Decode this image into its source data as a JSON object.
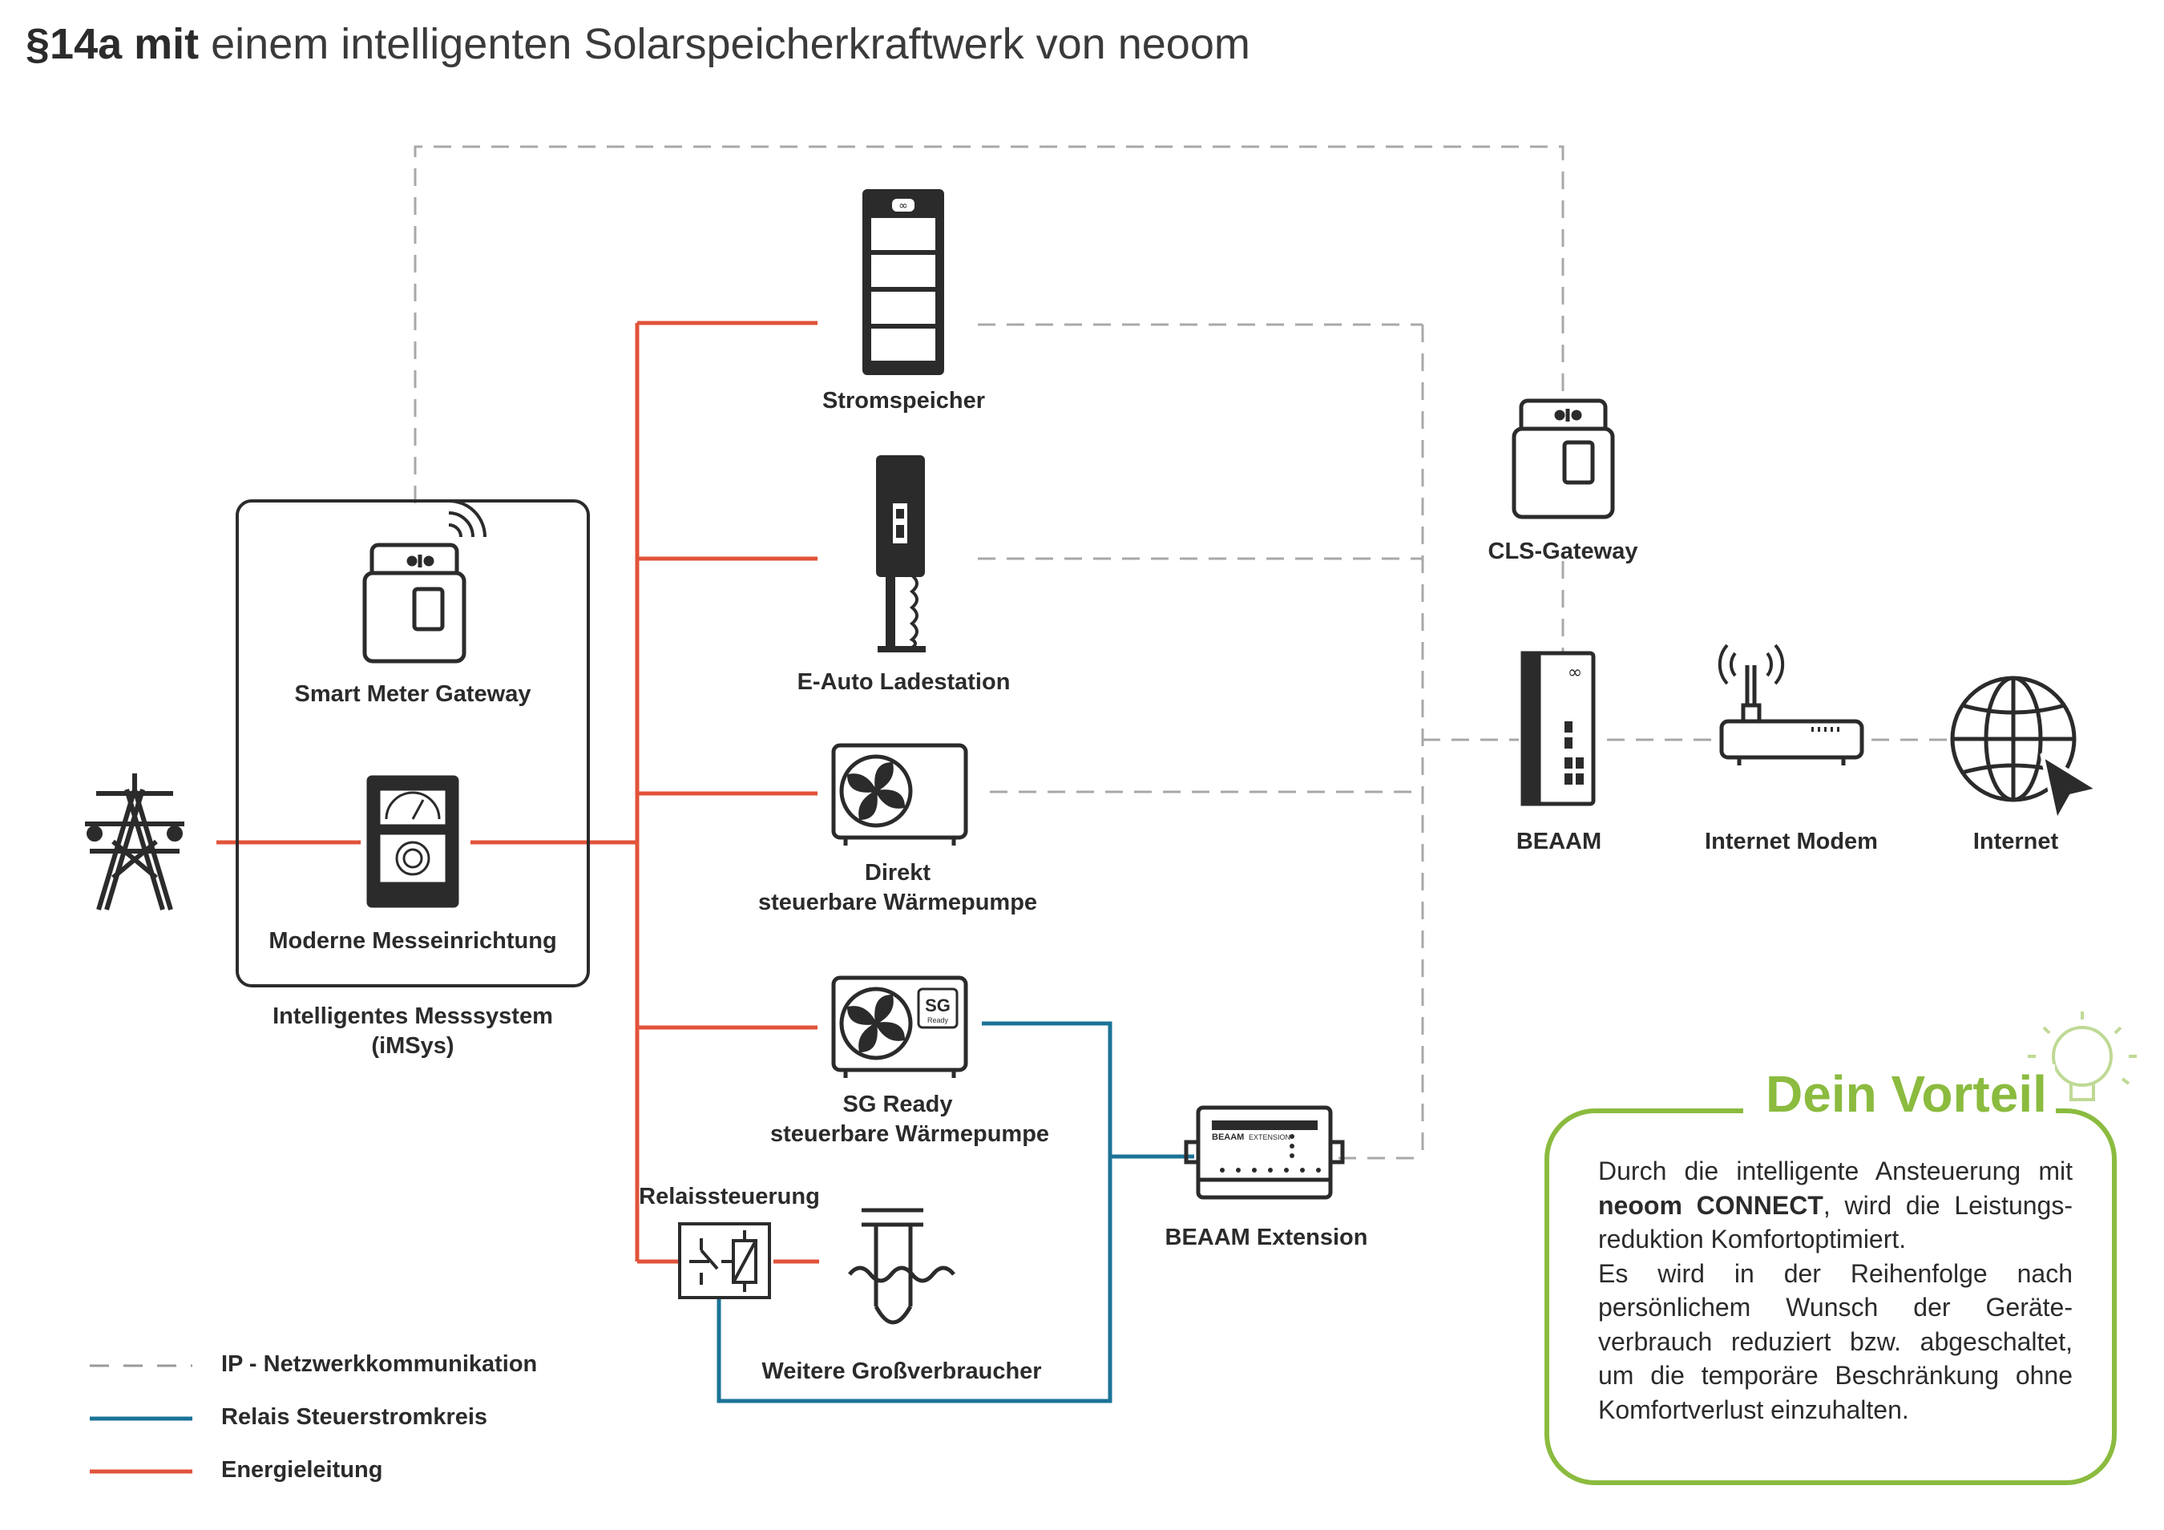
{
  "title": {
    "bold": "§14a mit",
    "rest": " einem intelligenten Solarspeicherkraftwerk von neoom"
  },
  "nodes": {
    "stromspeicher": "Stromspeicher",
    "eauto": "E-Auto Ladestation",
    "direkt_line1": "Direkt",
    "direkt_line2": "steuerbare Wärmepumpe",
    "sgready_line1": "SG Ready",
    "sgready_line2": "steuerbare Wärmepumpe",
    "relais": "Relaissteuerung",
    "weitere": "Weitere Großverbraucher",
    "smgw": "Smart Meter Gateway",
    "mme": "Moderne Messeinrichtung",
    "imsys_line1": "Intelligentes Messsystem",
    "imsys_line2": "(iMSys)",
    "cls": "CLS-Gateway",
    "beaam": "BEAAM",
    "modem": "Internet Modem",
    "internet": "Internet",
    "beaam_ext": "BEAAM Extension",
    "beaam_ext_plate": "BEAAM",
    "beaam_ext_plate2": "EXTENSION",
    "sg_badge": "SG",
    "sg_badge_small": "Ready"
  },
  "legend": [
    {
      "label": "IP - Netzwerkkommunikation",
      "style": "dashed",
      "color": "#9a9a9a"
    },
    {
      "label": "Relais Steuerstromkreis",
      "style": "solid",
      "color": "#1b7397"
    },
    {
      "label": "Energieleitung",
      "style": "solid",
      "color": "#e1533a"
    }
  ],
  "vorteil": {
    "heading": "Dein Vorteil",
    "p1_a": "Durch die intelligente Ansteuerung mit ",
    "p1_b": "neoom CONNECT",
    "p1_c": ", wird die Leistungs­reduktion Komfortoptimiert.",
    "p2": "Es wird in der Reihenfolge nach persönlichem Wunsch der Geräte­verbrauch reduziert bzw. abgeschaltet, um die temporäre Beschränkung ohne Komfortverlust einzuhalten."
  },
  "colors": {
    "energy": "#e1533a",
    "relay": "#1b7397",
    "network": "#a8a8a8",
    "accent": "#8bbb3f",
    "icon": "#2b2b2b"
  }
}
